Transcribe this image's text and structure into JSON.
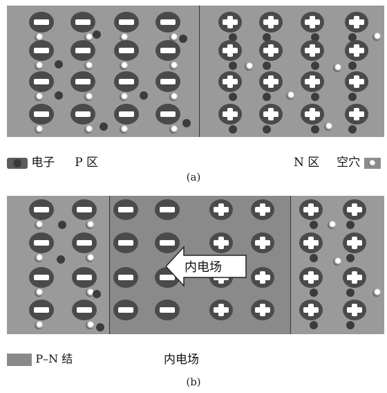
{
  "panel_a": {
    "legend_electron": "电子",
    "legend_p_region": "P 区",
    "legend_n_region": "N 区",
    "legend_hole": "空穴",
    "caption": "(a)"
  },
  "panel_b": {
    "arrow_label": "内电场",
    "legend_pn_junction": "P–N 结",
    "legend_field": "内电场",
    "caption": "(b)"
  },
  "colors": {
    "background": "#9a9a9a",
    "ion": "#4a4a4a",
    "junction": "#8a8a8a",
    "sign": "#ffffff"
  },
  "icons": {
    "negative_ion": "minus-in-circle",
    "positive_ion": "plus-in-circle",
    "electron": "dark-dot",
    "hole": "light-dot",
    "field_arrow": "left-arrow"
  }
}
